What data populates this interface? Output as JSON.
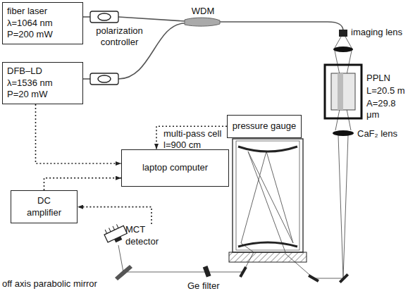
{
  "diagram": {
    "nodes": [
      {
        "text": [
          "fiber laser λ=1064 nm P=200 mW"
        ]
      },
      {
        "text": [
          "DFB–LD λ=1536 nm P=20 mW"
        ]
      },
      {
        "text": [
          "pressure gauge"
        ]
      },
      {
        "text": [
          "laptop computer"
        ]
      },
      {
        "text": [
          "DC amplifier"
        ]
      },
      {
        "text": [
          "MCT detector"
        ]
      }
    ],
    "edges": [
      {
        "from": 1,
        "to": 3,
        "arrow": "to"
      },
      {
        "from": 2,
        "to": 3,
        "arrow": "to"
      },
      {
        "from": 4,
        "to": 3,
        "arrow": "to"
      },
      {
        "from": 5,
        "to": 4,
        "arrow": "to"
      }
    ],
    "labels": [
      "polarization controller",
      "WDM",
      "imaging lens",
      "multi-pass cell l=900 cm",
      "PPLN",
      "L=20.5 m",
      "A=29.8 μm",
      "CaF₂ lens",
      "Ge filter",
      "off axis parabolic mirror"
    ]
  }
}
